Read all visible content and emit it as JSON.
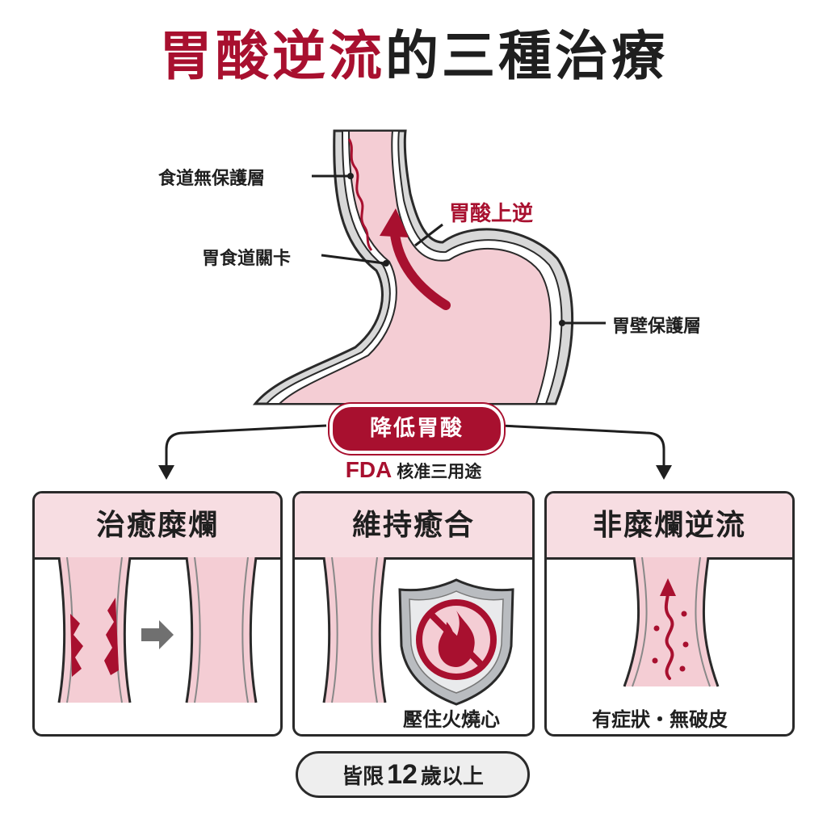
{
  "title": {
    "highlight": "胃酸逆流",
    "rest": "的三種治療"
  },
  "labels": {
    "esophagus_no_protection": "食道無保護層",
    "les_gate": "胃食道關卡",
    "acid_reflux": "胃酸上逆",
    "stomach_wall_protection": "胃壁保護層"
  },
  "center": {
    "pill": "降低胃酸",
    "fda_brand": "FDA",
    "fda_text": "核准三用途"
  },
  "panels": [
    {
      "title": "治癒糜爛",
      "caption": ""
    },
    {
      "title": "維持癒合",
      "caption": "壓住火燒心"
    },
    {
      "title": "非糜爛逆流",
      "caption": "有症狀・無破皮"
    }
  ],
  "age_limit": {
    "prefix": "皆限",
    "number": "12",
    "suffix": "歲以上"
  },
  "colors": {
    "accent": "#a8102f",
    "tissue": "#f4cdd4",
    "panel_header": "#f7dde2"
  }
}
